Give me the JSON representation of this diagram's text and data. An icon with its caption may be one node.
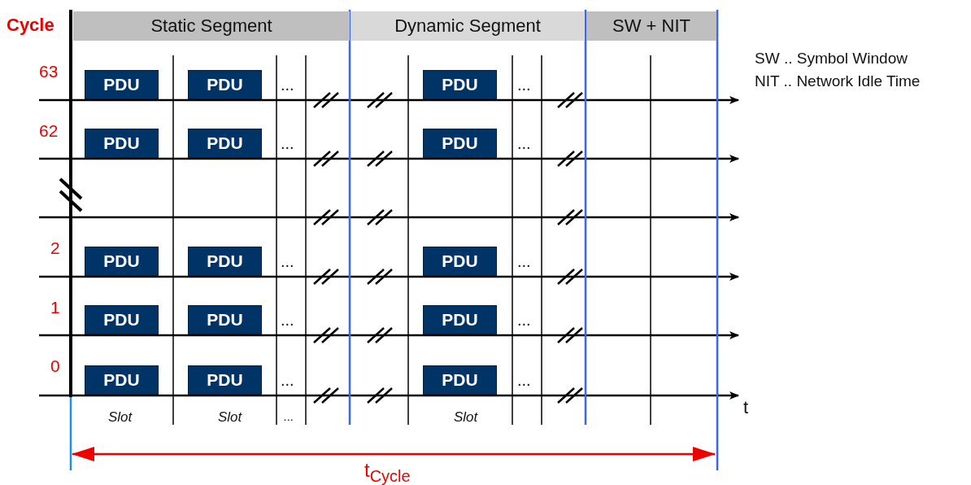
{
  "diagram": {
    "nodes": [
      {
        "text": [
          "Static Segment"
        ]
      },
      {
        "text": [
          "Dynamic Segment"
        ]
      },
      {
        "text": [
          "SW + NIT"
        ]
      },
      {
        "text": [
          "PDU"
        ]
      },
      {
        "text": [
          "PDU"
        ]
      },
      {
        "text": [
          "PDU"
        ]
      },
      {
        "text": [
          "PDU"
        ]
      },
      {
        "text": [
          "PDU"
        ]
      },
      {
        "text": [
          "PDU"
        ]
      },
      {
        "text": [
          "PDU"
        ]
      },
      {
        "text": [
          "PDU"
        ]
      },
      {
        "text": [
          "PDU"
        ]
      },
      {
        "text": [
          "PDU"
        ]
      },
      {
        "text": [
          "PDU"
        ]
      },
      {
        "text": [
          "PDU"
        ]
      },
      {
        "text": [
          "PDU"
        ]
      },
      {
        "text": [
          "PDU"
        ]
      },
      {
        "text": [
          "PDU"
        ]
      }
    ],
    "edges": [],
    "labels": [
      "Cycle",
      "SW .. Symbol Window",
      "NIT .. Network Idle Time",
      "63",
      "...",
      "...",
      "62",
      "...",
      "...",
      "2",
      "...",
      "...",
      "1",
      "...",
      "...",
      "0",
      "...",
      "...",
      "Slot",
      "Slot",
      "...",
      "Slot",
      "t",
      "t$_{Cycle}$"
    ]
  }
}
